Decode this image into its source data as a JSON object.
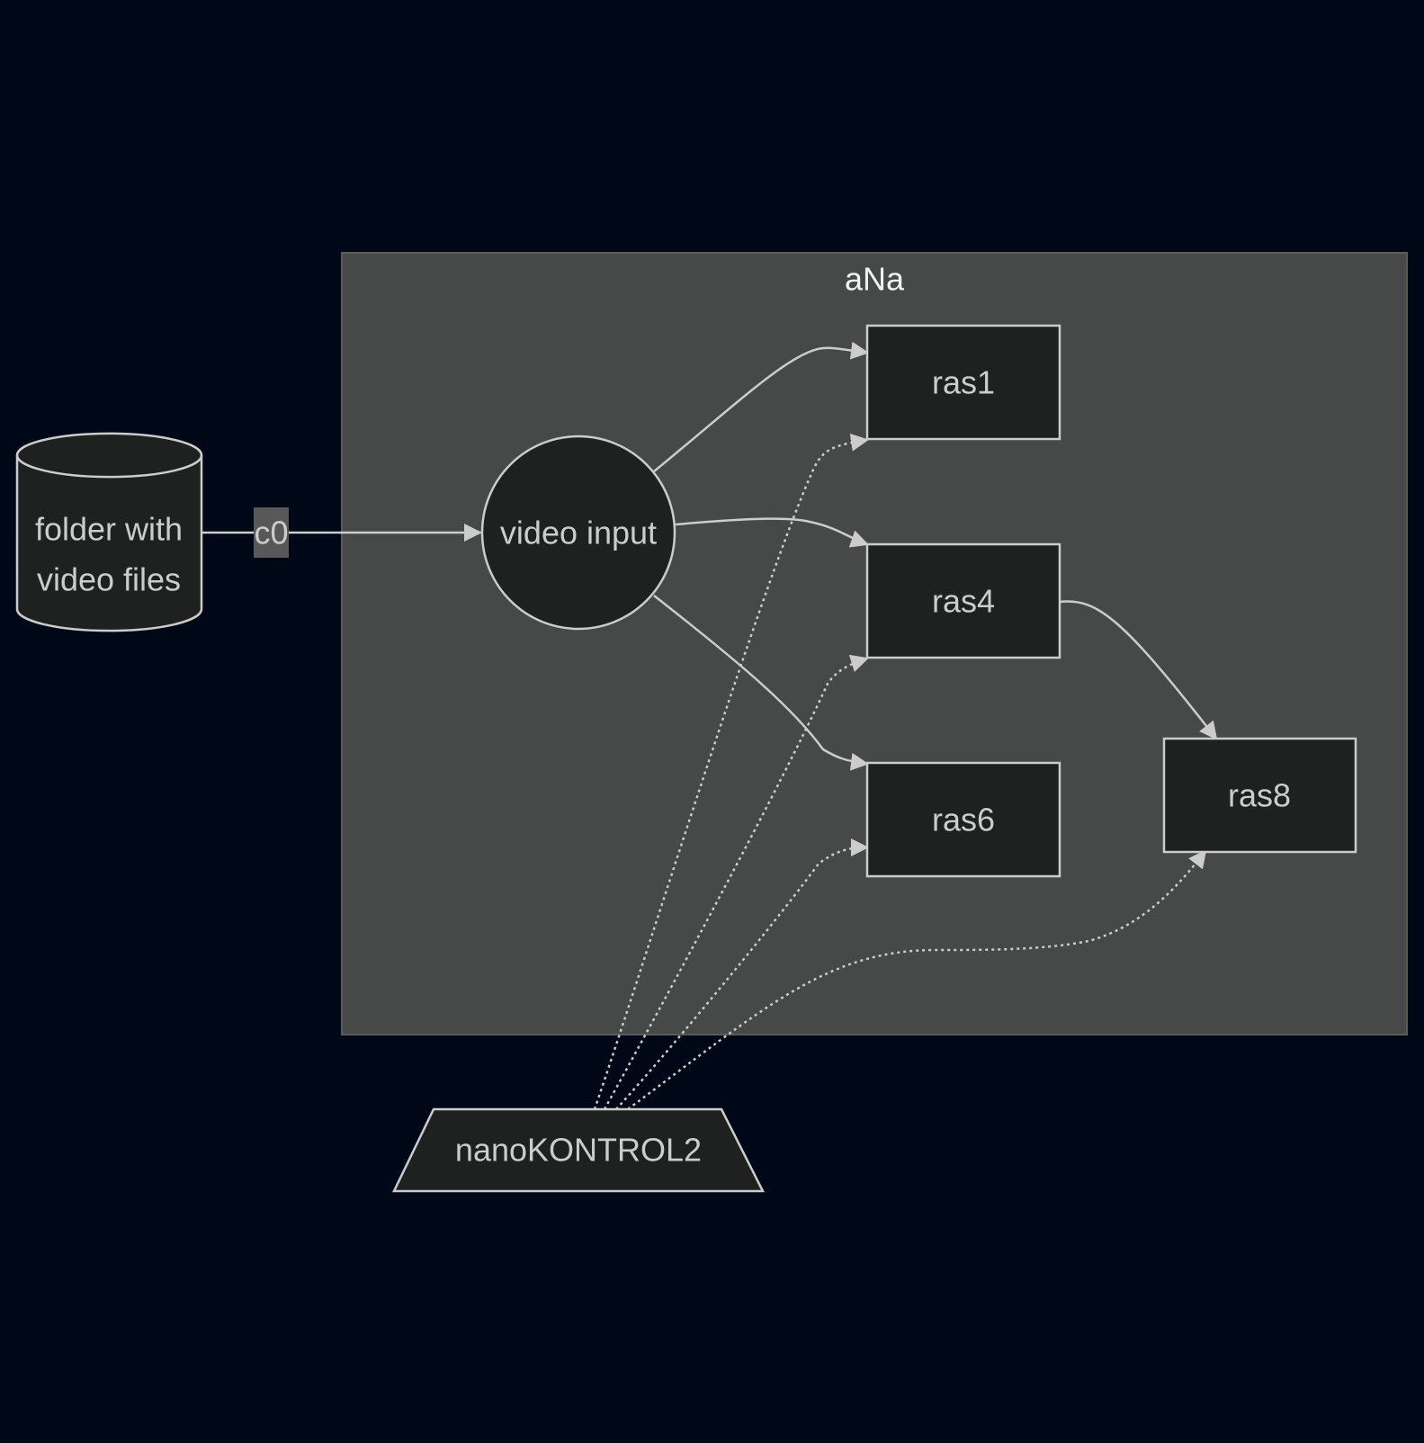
{
  "diagram": {
    "colors": {
      "background": "#000817",
      "subgraph_fill": "#474948",
      "subgraph_border": "#5a5c5e",
      "node_fill": "#1f2020",
      "stroke": "#cccccc",
      "text": "#cccccc",
      "edge_label_bg": "#585858"
    },
    "subgraph": {
      "title": "aNa"
    },
    "nodes": {
      "folder_line1": "folder with",
      "folder_line2": "video files",
      "video_input": "video input",
      "ras1": "ras1",
      "ras4": "ras4",
      "ras6": "ras6",
      "ras8": "ras8",
      "nanokontrol": "nanoKONTROL2"
    },
    "edges": [
      {
        "from": "folder with video files",
        "to": "video input",
        "label": "c0",
        "style": "solid"
      },
      {
        "from": "video input",
        "to": "ras1",
        "style": "solid"
      },
      {
        "from": "video input",
        "to": "ras4",
        "style": "solid"
      },
      {
        "from": "video input",
        "to": "ras6",
        "style": "solid"
      },
      {
        "from": "ras4",
        "to": "ras8",
        "style": "solid"
      },
      {
        "from": "nanoKONTROL2",
        "to": "ras1",
        "style": "dotted"
      },
      {
        "from": "nanoKONTROL2",
        "to": "ras4",
        "style": "dotted"
      },
      {
        "from": "nanoKONTROL2",
        "to": "ras6",
        "style": "dotted"
      },
      {
        "from": "nanoKONTROL2",
        "to": "ras8",
        "style": "dotted"
      }
    ],
    "edge_labels": {
      "c0": "c0"
    }
  }
}
